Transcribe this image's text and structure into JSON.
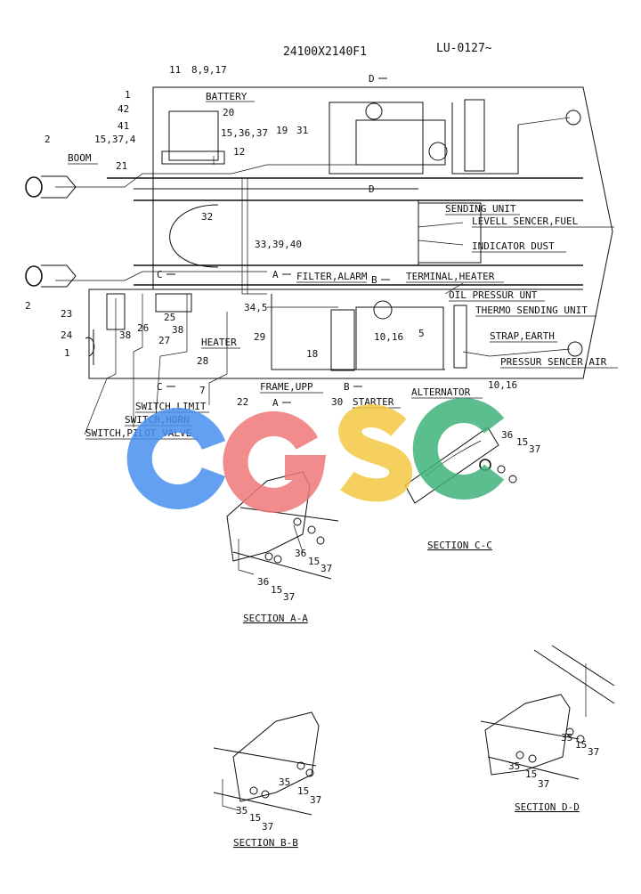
{
  "header": {
    "part_code": "24100X2140F1",
    "serial": "LU-0127~"
  },
  "watermark": {
    "letters": [
      "C",
      "G",
      "S",
      "C"
    ],
    "colors": [
      "#4a90f0",
      "#f07878",
      "#f5c842",
      "#3fb37a"
    ]
  },
  "labels": {
    "battery": "BATTERY",
    "boom": "BOOM",
    "sending_unit": "SENDING UNIT",
    "level_sencer_fuel": "LEVELL SENCER,FUEL",
    "indicator_dust": "INDICATOR DUST",
    "filter_alarm": "FILTER,ALARM",
    "terminal_heater": "TERMINAL,HEATER",
    "oil_pressur_unt": "OIL PRESSUR UNT",
    "thermo_sending_unit": "THERMO SENDING UNIT",
    "strap_earth": "STRAP,EARTH",
    "pressur_sencer_air": "PRESSUR SENCER,AIR",
    "heater": "HEATER",
    "frame_upp": "FRAME,UPP",
    "starter": "STARTER",
    "alternator": "ALTERNATOR",
    "switch_limit": "SWITCH,LIMIT",
    "switch_horn": "SWITCH,HORN",
    "switch_pilot_valve": "SWITCH,PILOT VALVE"
  },
  "section_markers": {
    "d": "D",
    "c": "C",
    "a": "A",
    "b": "B"
  },
  "numbers": {
    "n11": "11",
    "n8917": "8,9,17",
    "n1a": "1",
    "n42": "42",
    "n41": "41",
    "n153741": "15,37,4",
    "n20": "20",
    "n153637": "15,36,37",
    "n19": "19",
    "n31": "31",
    "n12": "12",
    "n21": "21",
    "n2a": "2",
    "n2b": "2",
    "n32": "32",
    "n333940": "33,39,40",
    "n345": "34,5",
    "n23": "23",
    "n26": "26",
    "n25": "25",
    "n38a": "38",
    "n38b": "38",
    "n24": "24",
    "n1b": "1",
    "n27": "27",
    "n28": "28",
    "n29": "29",
    "n1016a": "10,16",
    "n5": "5",
    "n18": "18",
    "n1016b": "10,16",
    "n7": "7",
    "n22": "22",
    "n30": "30"
  },
  "sections": {
    "cc": {
      "title": "SECTION C-C",
      "parts": [
        "36",
        "15",
        "37"
      ]
    },
    "aa": {
      "title": "SECTION A-A",
      "parts_upper": [
        "36",
        "15",
        "37"
      ],
      "parts_lower": [
        "36",
        "15",
        "37"
      ]
    },
    "bb": {
      "title": "SECTION B-B",
      "parts_upper": [
        "35",
        "15",
        "37"
      ],
      "parts_lower": [
        "35",
        "15",
        "37"
      ]
    },
    "dd": {
      "title": "SECTION D-D",
      "parts_upper": [
        "35",
        "15",
        "37"
      ],
      "parts_lower": [
        "35",
        "15",
        "37"
      ]
    }
  }
}
